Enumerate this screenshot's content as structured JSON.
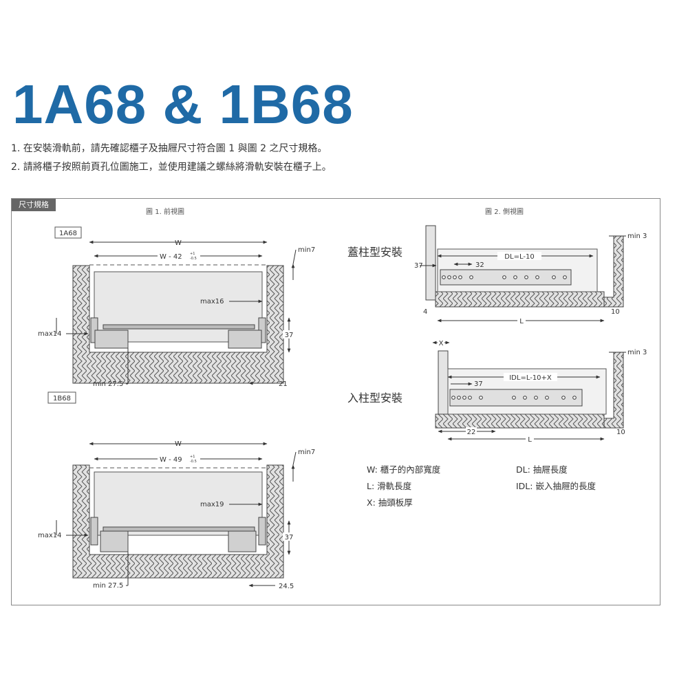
{
  "title": "1A68 & 1B68",
  "notes": [
    "1. 在安裝滑軌前，請先確認櫃子及抽屜尺寸符合圖 1 與圖 2 之尺寸規格。",
    "2. 請將櫃子按照前頁孔位圖施工，並使用建議之螺絲將滑軌安裝在櫃子上。"
  ],
  "section_tag": "尺寸規格",
  "figure1": {
    "caption": "圖 1. 前視圖",
    "top": {
      "model": "1A68",
      "w": "W",
      "w_inner": "W - 42",
      "w_tol_up": "+1",
      "w_tol_down": "-0.5",
      "min_top": "min7",
      "max_side": "max16",
      "max_left": "max14",
      "h_right": "37",
      "min_bottom": "min 27.5",
      "right_bottom": "21"
    },
    "bottom": {
      "model": "1B68",
      "w": "W",
      "w_inner": "W - 49",
      "w_tol_up": "+1",
      "w_tol_down": "-0.5",
      "min_top": "min7",
      "max_side": "max19",
      "max_left": "max14",
      "h_right": "37",
      "min_bottom": "min 27.5",
      "right_bottom": "24.5"
    }
  },
  "figure2": {
    "caption": "圖 2. 側視圖",
    "top": {
      "label": "蓋柱型安裝",
      "dl": "DL=L-10",
      "d37": "37",
      "d32": "32",
      "min3": "min 3",
      "d4": "4",
      "l": "L",
      "d10": "10"
    },
    "bottom": {
      "label": "入柱型安裝",
      "idl": "IDL=L-10+X",
      "d37": "37",
      "x": "X",
      "min3": "min 3",
      "d22": "22",
      "l": "L",
      "d10": "10"
    }
  },
  "legend": {
    "w": "W: 櫃子的內部寬度",
    "l": "L: 滑軌長度",
    "x": "X: 抽頭板厚",
    "dl": "DL: 抽屜長度",
    "idl": "IDL: 嵌入抽屜的長度"
  }
}
